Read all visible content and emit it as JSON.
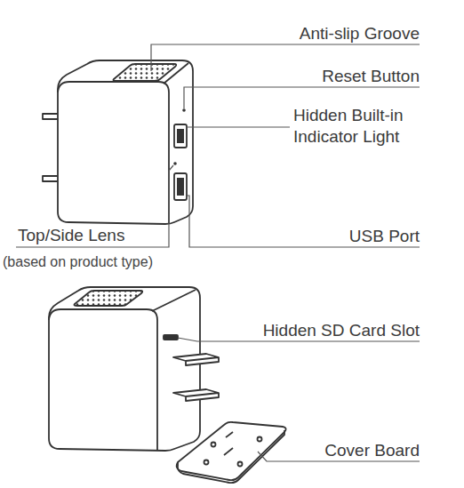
{
  "diagram": {
    "labels": [
      "Anti-slip Groove",
      "Reset Button",
      "Hidden Built-in Indicator Light",
      "Top/Side Lens",
      "(based on product type)",
      "USB Port",
      "Hidden SD Card Slot",
      "Cover Board"
    ]
  }
}
